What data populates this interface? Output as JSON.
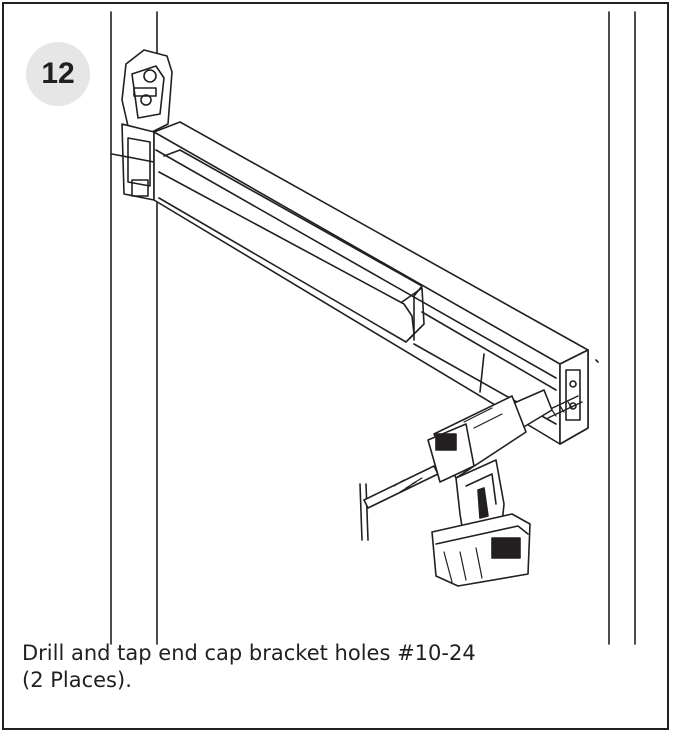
{
  "step": {
    "number": "12"
  },
  "instructions": {
    "line1": "Drill and tap end cap bracket holes #10-24",
    "line2": "(2 Places)."
  },
  "illustration_parts": [
    "door-frame",
    "exit-device-push-bar",
    "end-cap-bracket",
    "cordless-drill",
    "tap-wrench"
  ],
  "colors": {
    "line": "#231f20",
    "badge": "#e6e6e7",
    "background": "#ffffff"
  }
}
